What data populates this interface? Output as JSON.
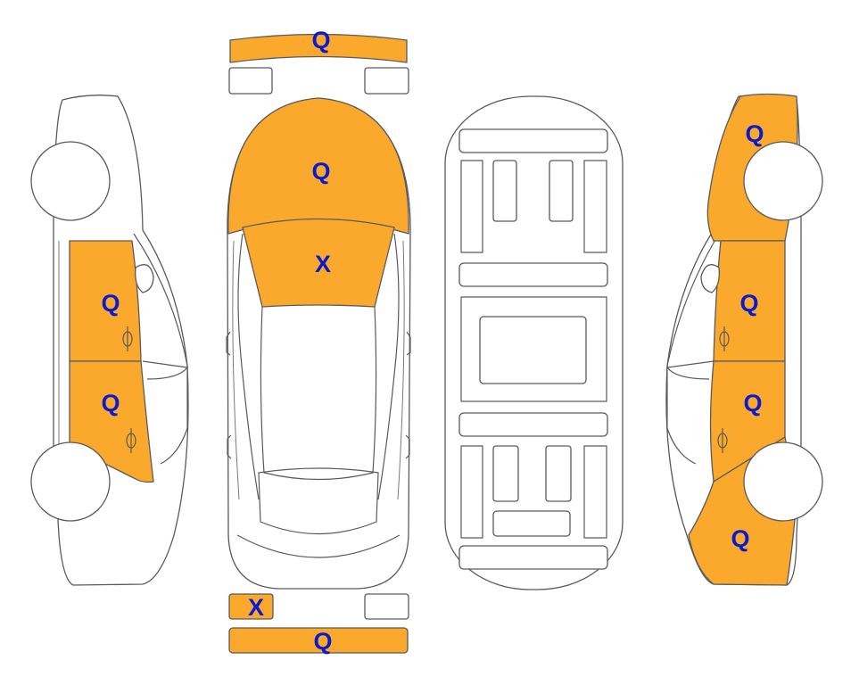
{
  "colors": {
    "damaged": "#fba92d",
    "label": "#0a1ad0",
    "outline": "#5a5a5a"
  },
  "panels": {
    "front_bumper": "Q",
    "left_front_door": "Q",
    "left_rear_door": "Q",
    "hood": "Q",
    "windshield": "X",
    "right_front_fender": "Q",
    "right_front_door": "Q",
    "right_rear_door": "Q",
    "right_rear_quarter": "Q",
    "rear_left_light": "X",
    "rear_bumper": "Q"
  }
}
